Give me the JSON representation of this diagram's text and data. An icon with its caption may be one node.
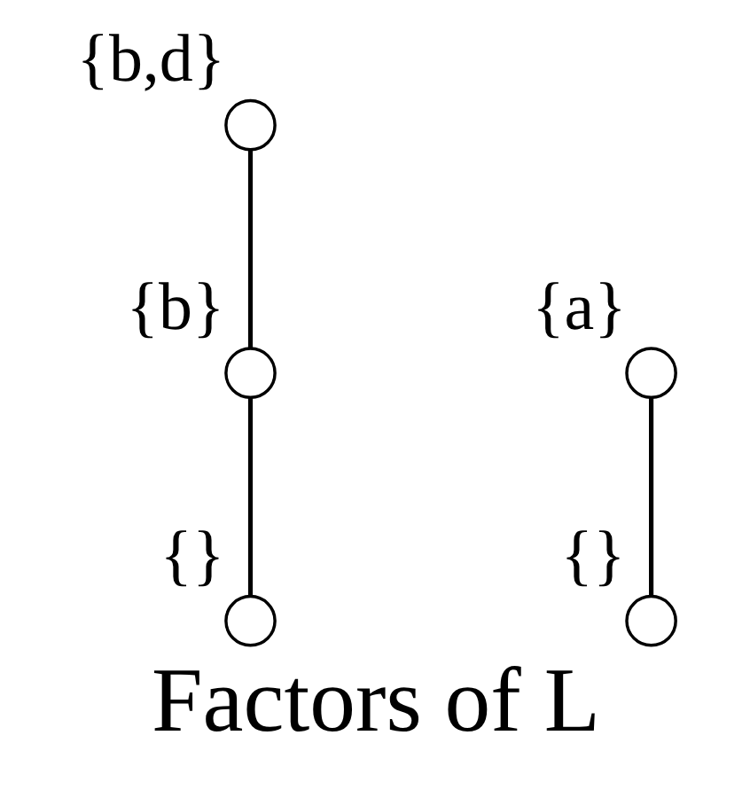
{
  "diagram": {
    "caption": "Factors of L",
    "nodes": [
      {
        "text": [],
        "shape": "circle",
        "beside": [
          "{b,d}"
        ]
      },
      {
        "text": [],
        "shape": "circle",
        "beside": [
          "{a}"
        ]
      },
      {
        "text": [],
        "shape": "circle",
        "beside": [
          "{b}"
        ]
      },
      {
        "text": [],
        "shape": "circle",
        "beside": [
          "{}"
        ]
      },
      {
        "text": [],
        "shape": "circle",
        "beside": [
          "{}"
        ]
      }
    ],
    "edges": [
      {
        "from": 1,
        "to": 3,
        "arrow": "none"
      },
      {
        "from": 0,
        "to": 2,
        "arrow": "none"
      },
      {
        "from": 2,
        "to": 4,
        "arrow": "none"
      }
    ]
  }
}
